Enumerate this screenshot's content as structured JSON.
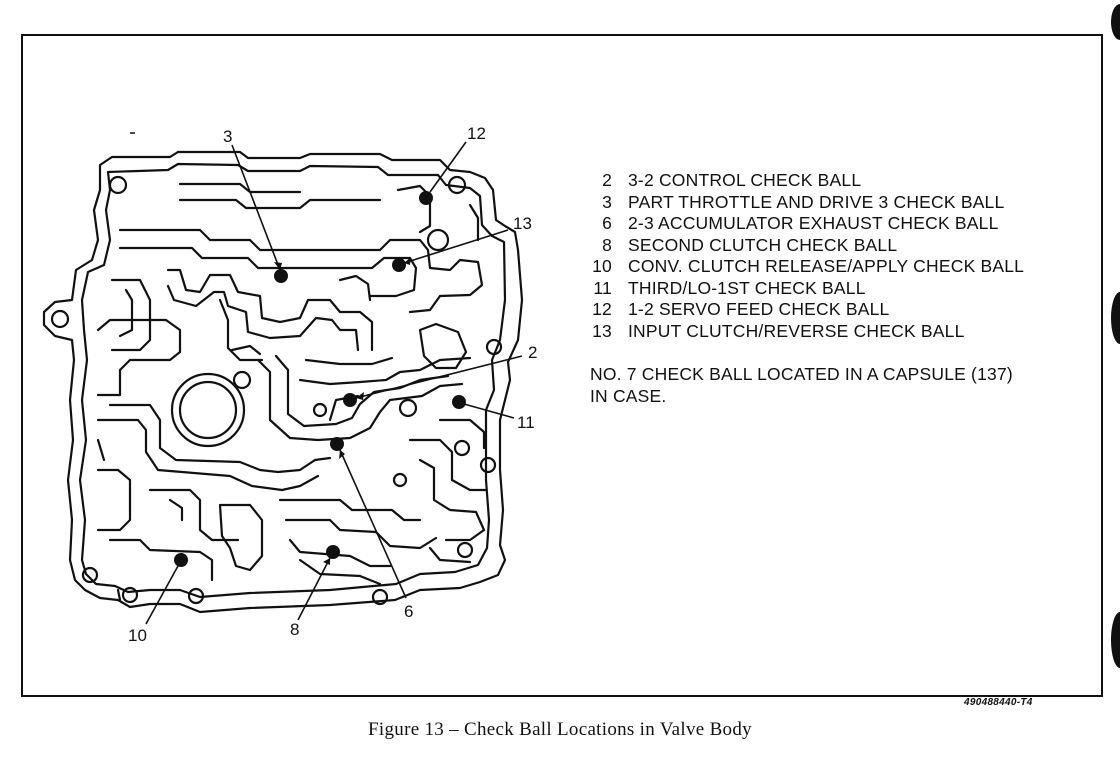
{
  "callouts": [
    "3",
    "12",
    "13",
    "2",
    "11",
    "6",
    "8",
    "10"
  ],
  "legend": [
    {
      "num": "2",
      "text": "3-2 CONTROL CHECK BALL"
    },
    {
      "num": "3",
      "text": "PART THROTTLE AND DRIVE 3 CHECK BALL"
    },
    {
      "num": "6",
      "text": "2-3 ACCUMULATOR EXHAUST CHECK BALL"
    },
    {
      "num": "8",
      "text": "SECOND CLUTCH CHECK BALL"
    },
    {
      "num": "10",
      "text": "CONV. CLUTCH RELEASE/APPLY CHECK BALL"
    },
    {
      "num": "11",
      "text": "THIRD/LO-1ST CHECK BALL"
    },
    {
      "num": "12",
      "text": "1-2 SERVO FEED CHECK BALL"
    },
    {
      "num": "13",
      "text": "INPUT CLUTCH/REVERSE CHECK BALL"
    }
  ],
  "note": {
    "line1": "NO. 7 CHECK BALL LOCATED IN A CAPSULE (137)",
    "line2": "IN CASE."
  },
  "part_code": "490488440-T4",
  "caption": "Figure 13 – Check Ball Locations in Valve Body"
}
